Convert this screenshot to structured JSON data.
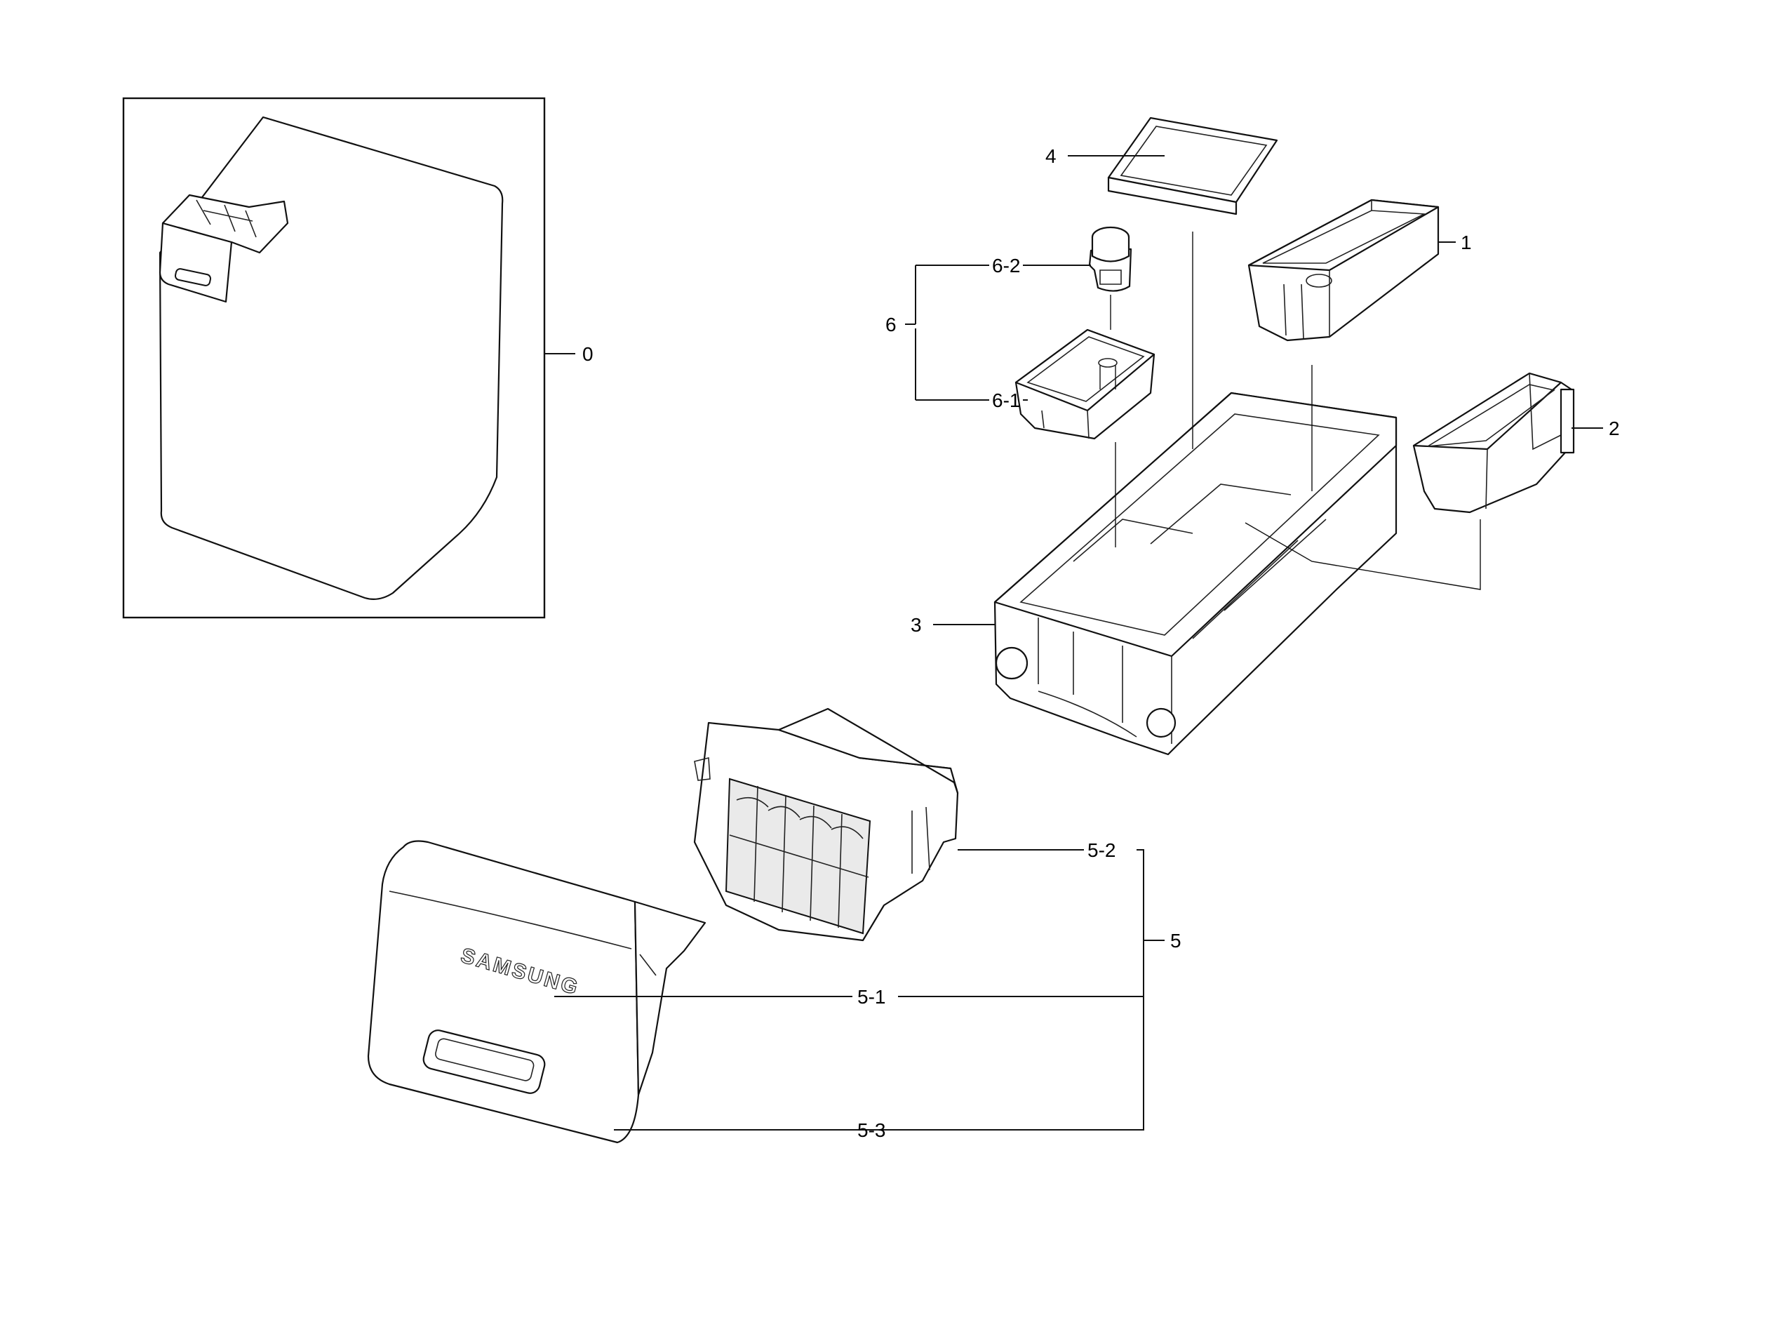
{
  "diagram": {
    "callouts": {
      "c0": "0",
      "c1": "1",
      "c2": "2",
      "c3": "3",
      "c4": "4",
      "c5": "5",
      "c5_1": "5-1",
      "c5_2": "5-2",
      "c5_3": "5-3",
      "c6": "6",
      "c6_1": "6-1",
      "c6_2": "6-2"
    },
    "brand_logo": "SAMSUNG"
  }
}
